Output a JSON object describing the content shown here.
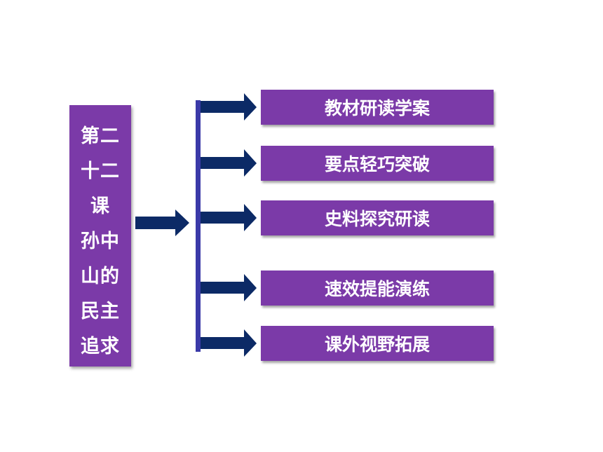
{
  "title_lines": [
    "第二",
    "十二",
    "课",
    "孙中",
    "山的",
    "民主",
    "追求"
  ],
  "menu_items": [
    {
      "label": "教材研读学案"
    },
    {
      "label": "要点轻巧突破"
    },
    {
      "label": "史料探究研读"
    },
    {
      "label": "速效提能演练"
    },
    {
      "label": "课外视野拓展"
    }
  ],
  "colors": {
    "box": "#7b3aa8",
    "arrow": "#0c2a66",
    "bar": "#3b3aa8"
  }
}
